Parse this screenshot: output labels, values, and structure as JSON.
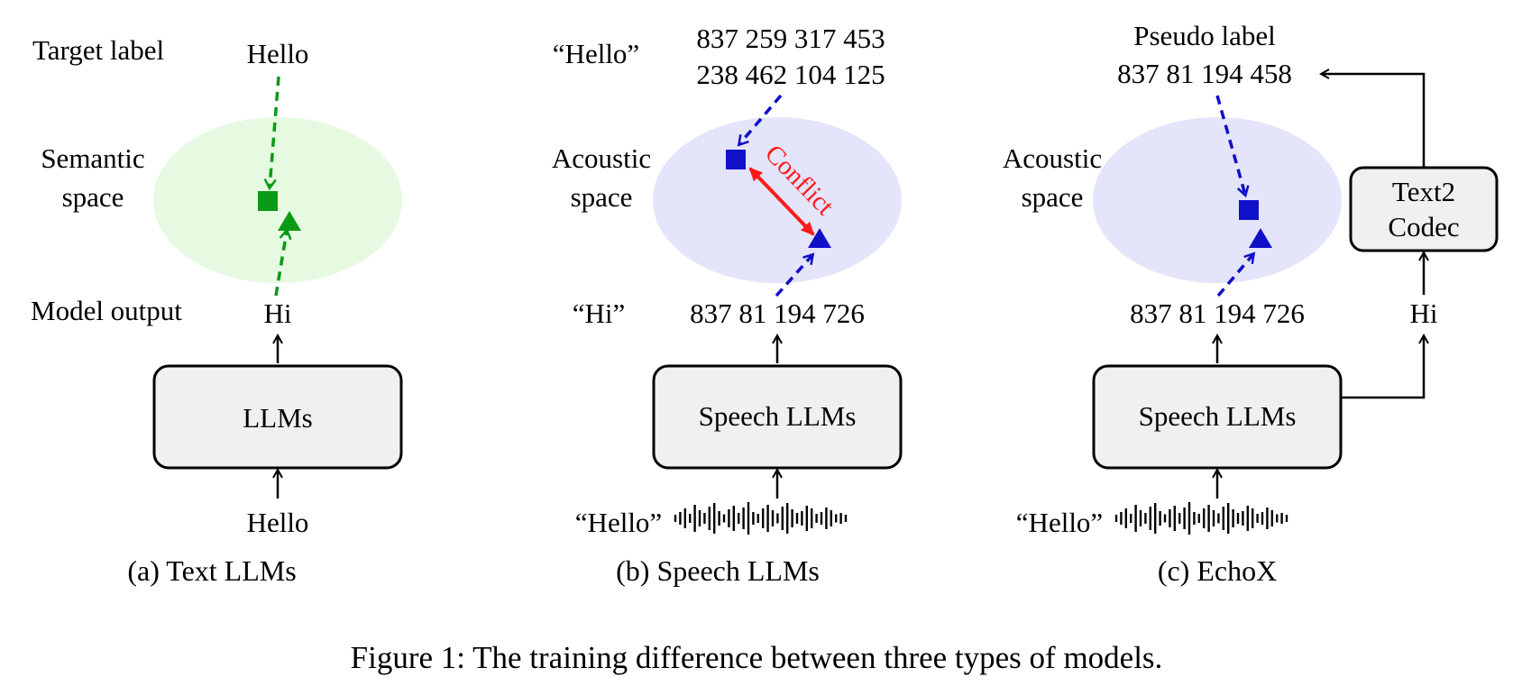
{
  "colors": {
    "semantic_space_fill": "#e6f9e1",
    "acoustic_space_fill": "#e4e4fb",
    "green": "#0b9a13",
    "blue": "#1010c8",
    "conflict_red": "#ff1a1a",
    "box_fill": "#f0f0f0"
  },
  "panel_a": {
    "target_label": "Target label",
    "target_word": "Hello",
    "space_label_line1": "Semantic",
    "space_label_line2": "space",
    "output_label": "Model output",
    "output_word": "Hi",
    "model": "LLMs",
    "input_word": "Hello",
    "caption": "(a)  Text LLMs"
  },
  "panel_b": {
    "target_quote": "“Hello”",
    "target_tokens_line1": "837 259 317 453",
    "target_tokens_line2": "238 462 104 125",
    "space_label_line1": "Acoustic",
    "space_label_line2": "space",
    "conflict": "Conflict",
    "output_quote": "“Hi”",
    "output_tokens": "837 81 194 726",
    "model": "Speech LLMs",
    "input_quote": "“Hello”",
    "input_icon": "waveform-icon",
    "caption": "(b)  Speech LLMs"
  },
  "panel_c": {
    "pseudo_label": "Pseudo label",
    "pseudo_tokens": "837 81 194 458",
    "space_label_line1": "Acoustic",
    "space_label_line2": "space",
    "output_tokens": "837 81 194 726",
    "model": "Speech LLMs",
    "input_quote": "“Hello”",
    "input_icon": "waveform-icon",
    "side_output": "Hi",
    "codec_line1": "Text2",
    "codec_line2": "Codec",
    "caption": "(c)  EchoX"
  },
  "figure_caption": "Figure 1: The training difference between three types of models."
}
